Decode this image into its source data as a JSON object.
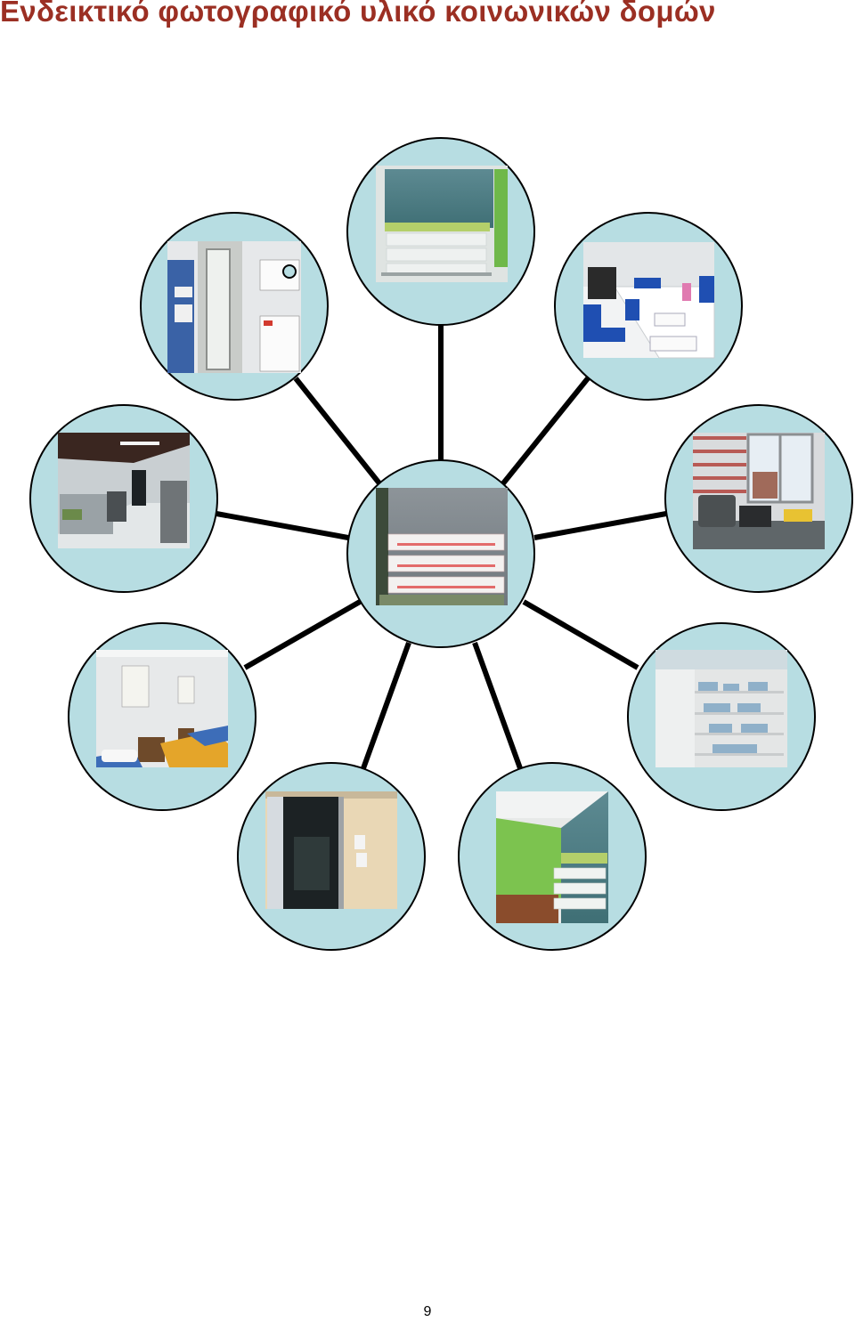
{
  "document": {
    "title": "Ενδεικτικό φωτογραφικό υλικό κοινωνικών δομών",
    "page_number": "9"
  },
  "colors": {
    "title": "#9b2f23",
    "circle_fill": "#b7dde2",
    "spoke": "#000000"
  },
  "diagram": {
    "type": "hub-and-spoke",
    "center": {
      "photo": "social-grocery-shelves-photo"
    },
    "nodes": [
      {
        "photo": "social-grocery-wall-shelves-photo"
      },
      {
        "photo": "office-meeting-table-photo"
      },
      {
        "photo": "office-window-desk-photo"
      },
      {
        "photo": "pharmacy-shelves-photo"
      },
      {
        "photo": "green-room-shelves-photo"
      },
      {
        "photo": "entrance-door-photo"
      },
      {
        "photo": "dormitory-beds-photo"
      },
      {
        "photo": "kitchen-area-photo"
      },
      {
        "photo": "entrance-notice-board-photo"
      }
    ]
  }
}
